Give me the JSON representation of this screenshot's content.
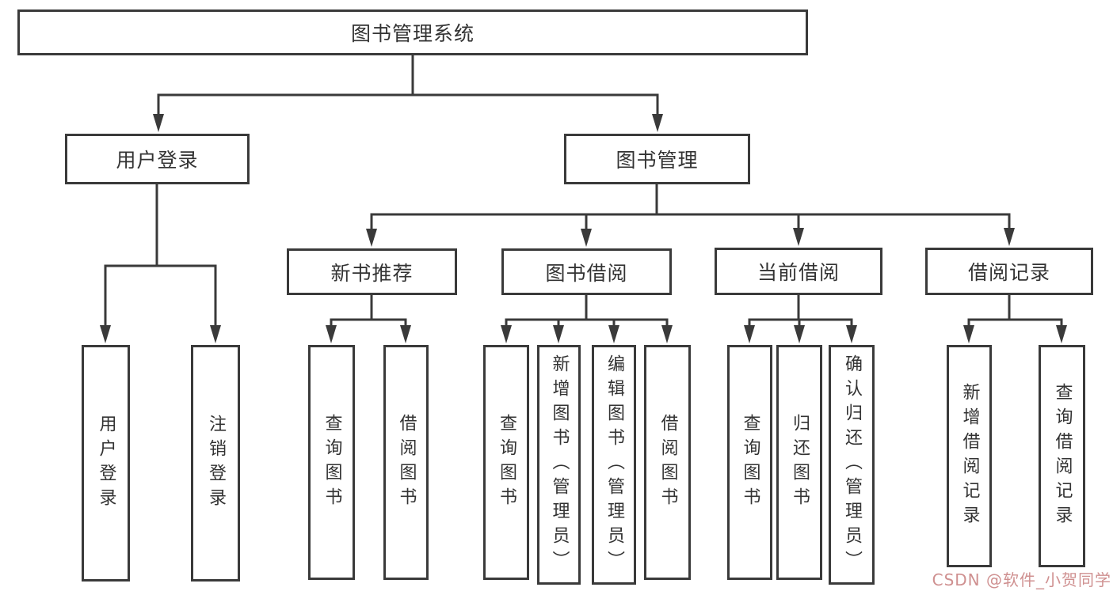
{
  "diagram_title": "图书管理系统",
  "colors": {
    "line": "#3a3a3a",
    "text": "#333333",
    "background": "#ffffff",
    "watermark": "#cf9090"
  },
  "tree": {
    "label": "图书管理系统",
    "children": [
      {
        "label": "用户登录",
        "children": [
          {
            "label": "用户登录"
          },
          {
            "label": "注销登录"
          }
        ]
      },
      {
        "label": "图书管理",
        "children": [
          {
            "label": "新书推荐",
            "children": [
              {
                "label": "查询图书"
              },
              {
                "label": "借阅图书"
              }
            ]
          },
          {
            "label": "图书借阅",
            "children": [
              {
                "label": "查询图书"
              },
              {
                "label": "新增图书（管理员）"
              },
              {
                "label": "编辑图书（管理员）"
              },
              {
                "label": "借阅图书"
              }
            ]
          },
          {
            "label": "当前借阅",
            "children": [
              {
                "label": "查询图书"
              },
              {
                "label": "归还图书"
              },
              {
                "label": "确认归还（管理员）"
              }
            ]
          },
          {
            "label": "借阅记录",
            "children": [
              {
                "label": "新增借阅记录"
              },
              {
                "label": "查询借阅记录"
              }
            ]
          }
        ]
      }
    ]
  },
  "watermark": {
    "text": "CSDN @软件_小贺同学"
  }
}
